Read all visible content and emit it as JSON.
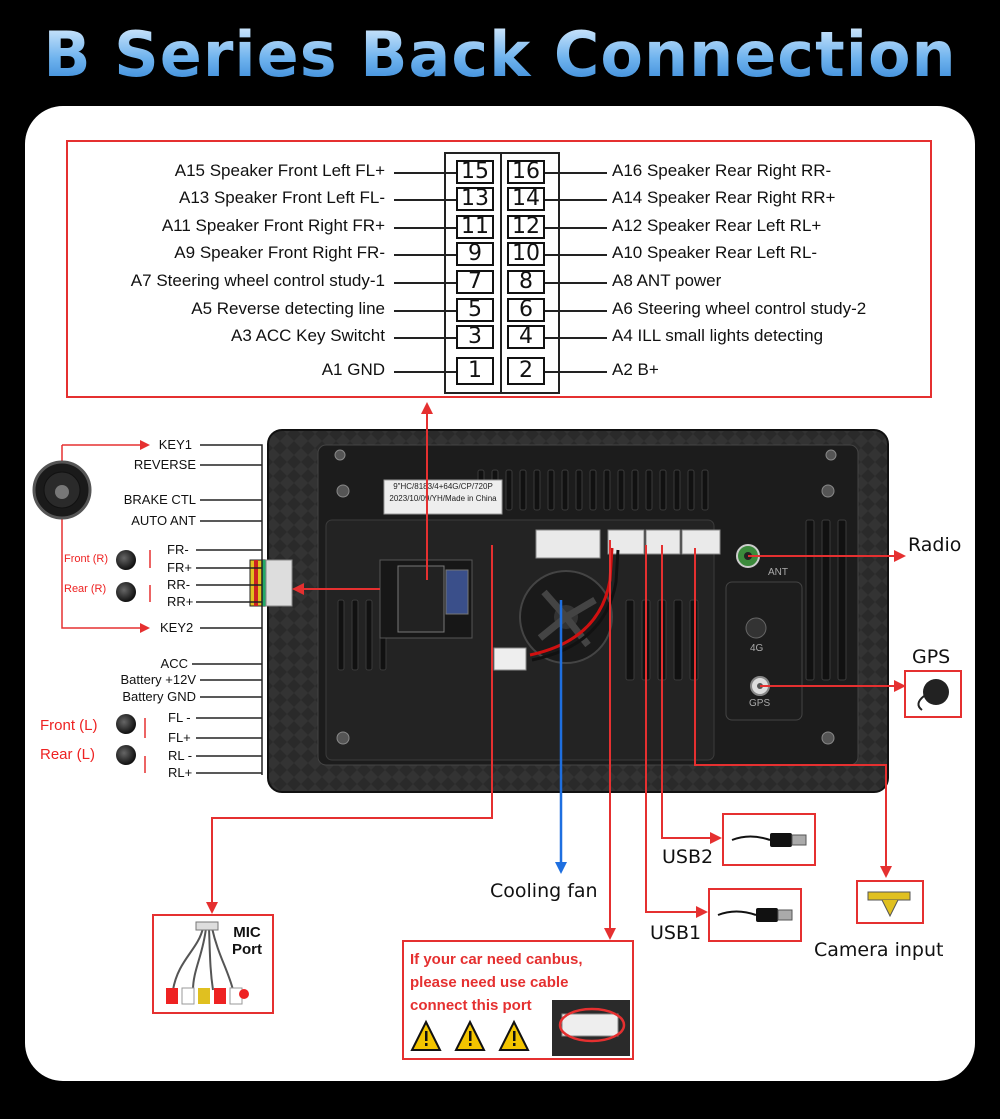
{
  "title": "B Series Back Connection",
  "pin_labels_left": [
    "A15 Speaker Front Left FL+",
    "A13 Speaker Front Left FL-",
    "A11 Speaker Front Right FR+",
    "A9 Speaker Front Right FR-",
    "A7 Steering wheel control study-1",
    "A5 Reverse detecting line",
    "A3 ACC Key Switcht",
    "A1 GND"
  ],
  "pin_labels_right": [
    "A16 Speaker Rear Right RR-",
    "A14 Speaker Rear Right RR+",
    "A12 Speaker Rear Left RL+",
    "A10 Speaker Rear Left RL-",
    "A8 ANT power",
    "A6 Steering wheel control study-2",
    "A4 ILL small lights detecting",
    "A2 B+"
  ],
  "pin_numbers_left": [
    "15",
    "13",
    "11",
    "9",
    "7",
    "5",
    "3",
    "1"
  ],
  "pin_numbers_right": [
    "16",
    "14",
    "12",
    "10",
    "8",
    "6",
    "4",
    "2"
  ],
  "wires": {
    "key1": "KEY1",
    "reverse": "REVERSE",
    "brake": "BRAKE CTL",
    "auto_ant": "AUTO ANT",
    "fr_minus": "FR-",
    "fr_plus": "FR+",
    "rr_minus": "RR-",
    "rr_plus": "RR+",
    "key2": "KEY2",
    "acc": "ACC",
    "battery12": "Battery +12V",
    "battery_gnd": "Battery GND",
    "fl_minus": "FL -",
    "fl_plus": "FL+",
    "rl_minus": "RL -",
    "rl_plus": "RL+"
  },
  "speakers": {
    "front_r": "Front (R)",
    "rear_r": "Rear (R)",
    "front_l": "Front (L)",
    "rear_l": "Rear (L)"
  },
  "unit": {
    "sticker_line1": "9\"HC/8183/4+64G/CP/720P",
    "sticker_line2": "2023/10/09/YH/Made in China",
    "ant": "ANT",
    "4g": "4G",
    "gps_port": "GPS"
  },
  "ports": {
    "radio": "Radio",
    "gps": "GPS",
    "usb2": "USB2",
    "usb1": "USB1",
    "cooling_fan": "Cooling fan",
    "camera_input": "Camera input",
    "mic_port": "MIC\nPort"
  },
  "canbus_note": "If your car need canbus,\nplease need use cable\nconnect this port",
  "colors": {
    "accent_red": "#e53030",
    "fan_blue": "#1e6fe0",
    "title_blue": "#2b7fd2"
  }
}
